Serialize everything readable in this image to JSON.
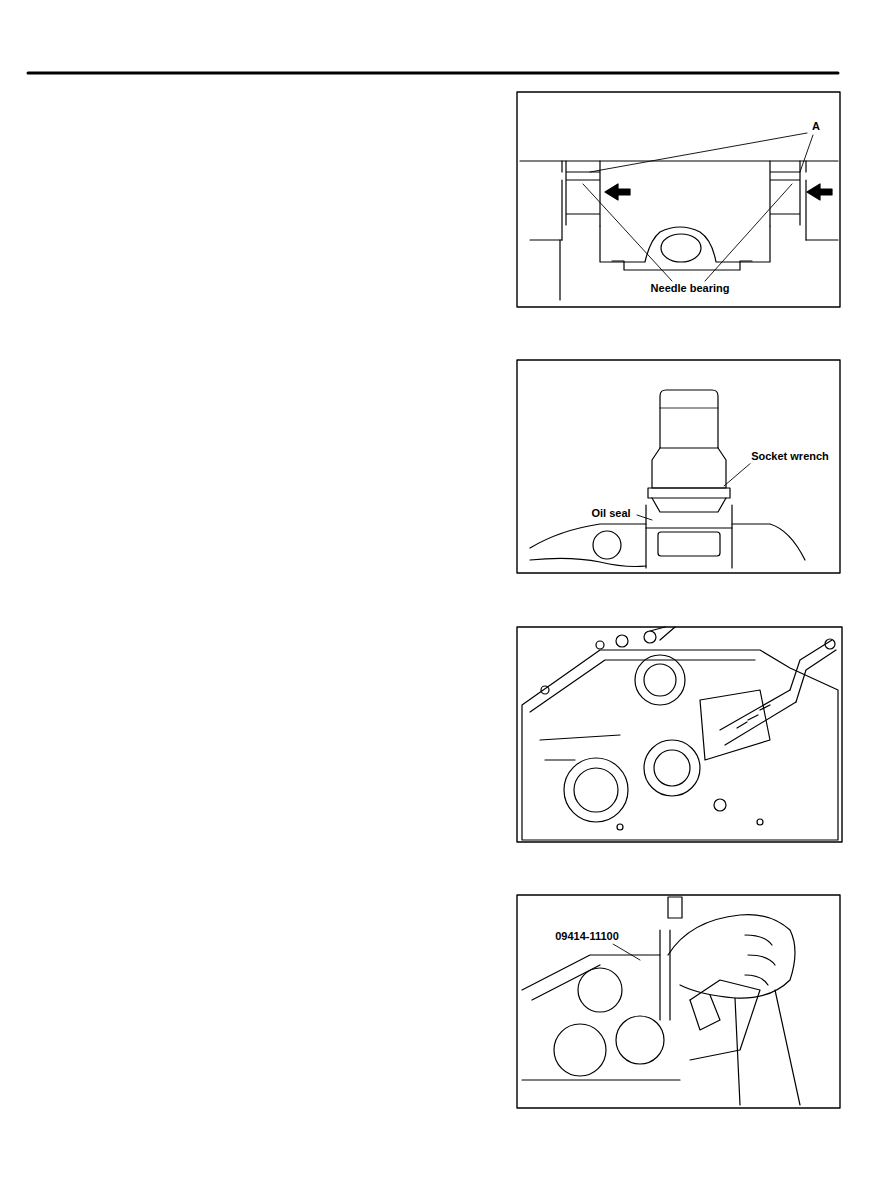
{
  "diagram": {
    "labels": [
      "A",
      "Needle bearing",
      "Socket wrench",
      "Oil seal",
      "09414-11100"
    ]
  }
}
